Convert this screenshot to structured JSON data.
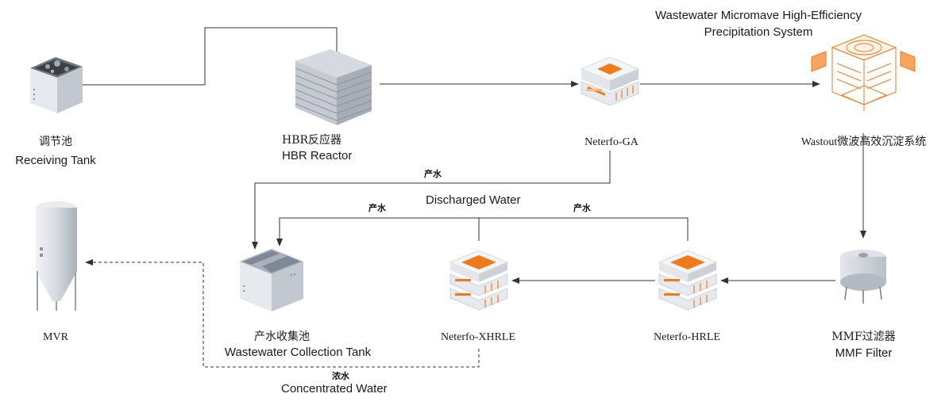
{
  "nodes": {
    "receiving_tank": {
      "cn": "调节池",
      "en": "Receiving Tank"
    },
    "hbr_reactor": {
      "cn": "HBR反应器",
      "en": "HBR Reactor"
    },
    "neterfo_ga": {
      "label": "Neterfo-GA"
    },
    "wastout": {
      "label": "Wastout微波高效沉淀系统",
      "en_line1": "Wastewater Micromave High-Efficiency",
      "en_line2": "Precipitation System"
    },
    "mmf_filter": {
      "cn": "MMF过滤器",
      "en": "MMF Filter"
    },
    "neterfo_hrle": {
      "label": "Neterfo-HRLE"
    },
    "neterfo_xhrle": {
      "label": "Neterfo-XHRLE"
    },
    "collection_tank": {
      "cn": "产水收集池",
      "en": "Wastewater Collection Tank"
    },
    "mvr": {
      "label": "MVR"
    }
  },
  "flows": {
    "product_water_cn": "产水",
    "discharged_water": "Discharged Water",
    "concentrate_cn": "浓水",
    "concentrated_water": "Concentrated Water"
  },
  "colors": {
    "line": "#333333",
    "accent_orange": "#f07a1a",
    "equipment_gray": "#c9ced6",
    "equipment_dark": "#8a93a0"
  }
}
